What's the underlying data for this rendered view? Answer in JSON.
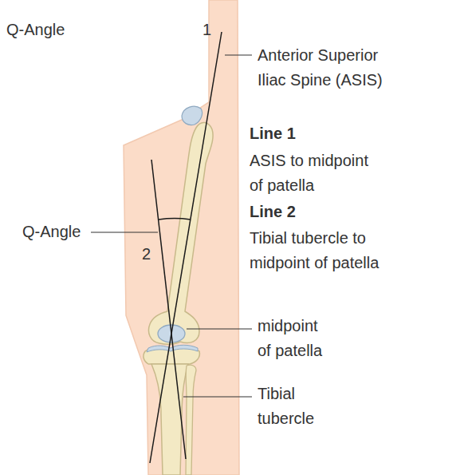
{
  "diagram": {
    "title": "Q-Angle",
    "labels": [
      "1",
      "Anterior Superior Iliac Spine (ASIS)",
      "Line 1",
      "ASIS to midpoint of patella",
      "Line 2",
      "Tibial tubercle to midpoint of patella",
      "Q-Angle",
      "2",
      "midpoint of patella",
      "Tibial tubercle"
    ]
  }
}
